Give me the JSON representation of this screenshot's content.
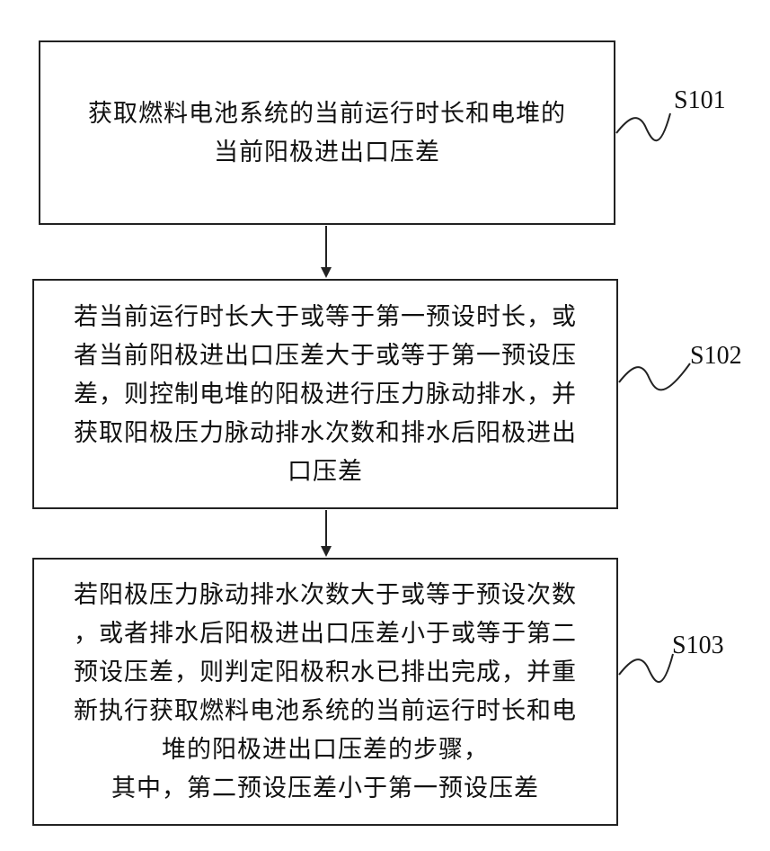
{
  "steps": [
    {
      "id": "S101",
      "lines": [
        "获取燃料电池系统的当前运行时长和电堆的",
        "当前阳极进出口压差"
      ]
    },
    {
      "id": "S102",
      "lines": [
        "若当前运行时长大于或等于第一预设时长，或",
        "者当前阳极进出口压差大于或等于第一预设压",
        "差，则控制电堆的阳极进行压力脉动排水，并",
        "获取阳极压力脉动排水次数和排水后阳极进出",
        "口压差"
      ]
    },
    {
      "id": "S103",
      "lines": [
        "若阳极压力脉动排水次数大于或等于预设次数",
        "，或者排水后阳极进出口压差小于或等于第二",
        "预设压差，则判定阳极积水已排出完成，并重",
        "新执行获取燃料电池系统的当前运行时长和电",
        "堆的阳极进出口压差的步骤，",
        "其中，第二预设压差小于第一预设压差"
      ]
    }
  ],
  "colors": {
    "stroke": "#222222",
    "text": "#111111",
    "background": "#ffffff"
  }
}
